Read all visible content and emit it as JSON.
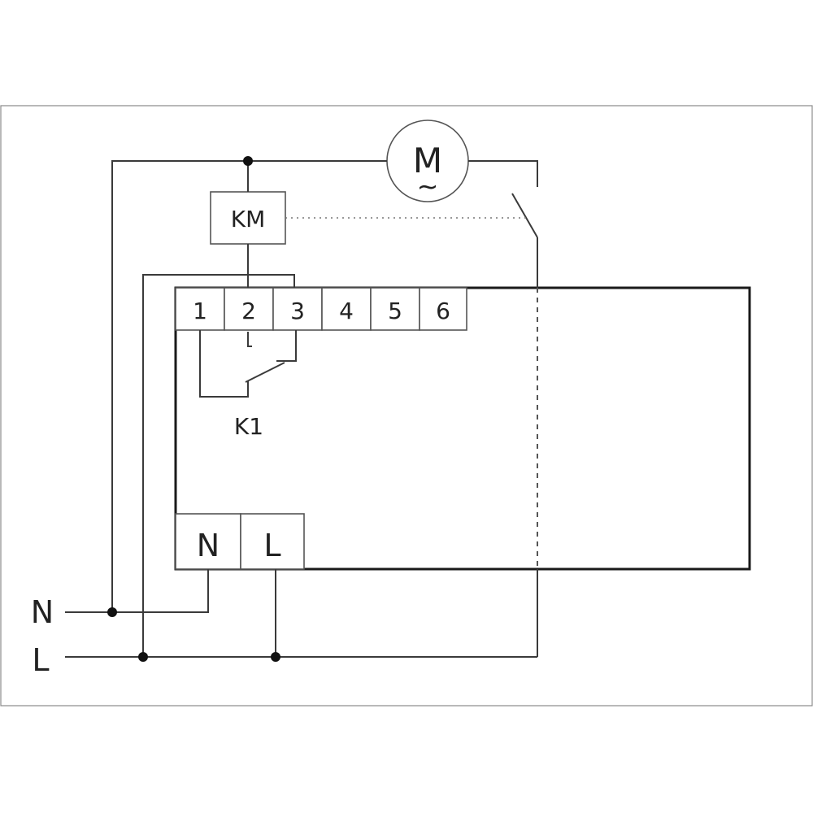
{
  "contactor_label": "KM",
  "motor": {
    "letter": "M",
    "symbol": "~"
  },
  "terminals_top": [
    "1",
    "2",
    "3",
    "4",
    "5",
    "6"
  ],
  "relay_contact_label": "K1",
  "terminals_bottom": [
    "N",
    "L"
  ],
  "supply": {
    "neutral": "N",
    "line": "L"
  }
}
